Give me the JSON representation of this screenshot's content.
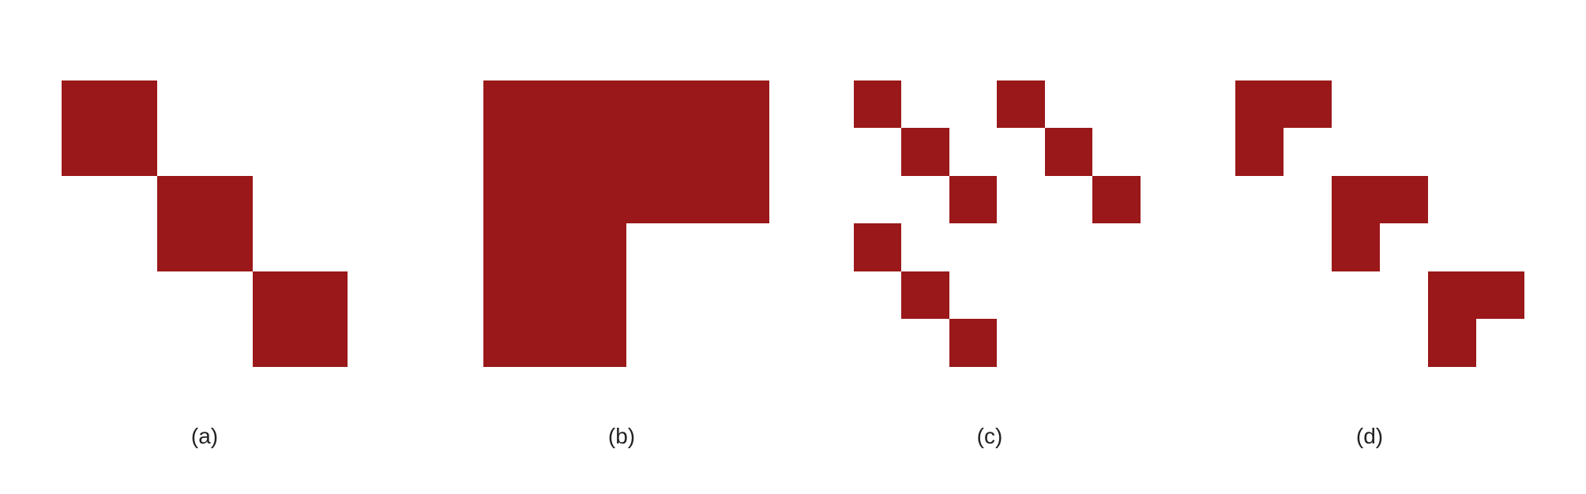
{
  "colors": {
    "fill": "#9A1819",
    "background": "#ffffff",
    "label": "#222222"
  },
  "panels": [
    {
      "id": "a",
      "label": "(a)"
    },
    {
      "id": "b",
      "label": "(b)"
    },
    {
      "id": "c",
      "label": "(c)"
    },
    {
      "id": "d",
      "label": "(d)"
    }
  ]
}
